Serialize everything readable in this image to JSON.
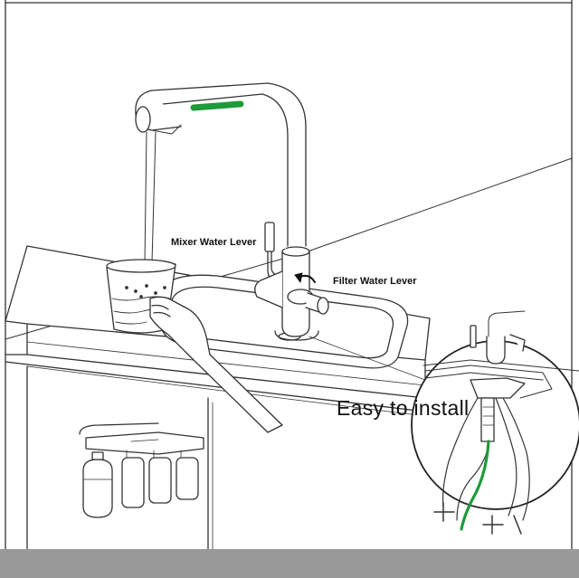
{
  "labels": {
    "mixer_lever": "Mixer Water Lever",
    "filter_lever": "Filter Water Lever",
    "easy_install": "Easy to install"
  },
  "colors": {
    "line": "#333333",
    "green_tube": "#1e9a3a",
    "floor_band": "#999999",
    "background": "#ffffff"
  },
  "icons": {
    "turn_arrow": "curved-arrow-icon"
  }
}
